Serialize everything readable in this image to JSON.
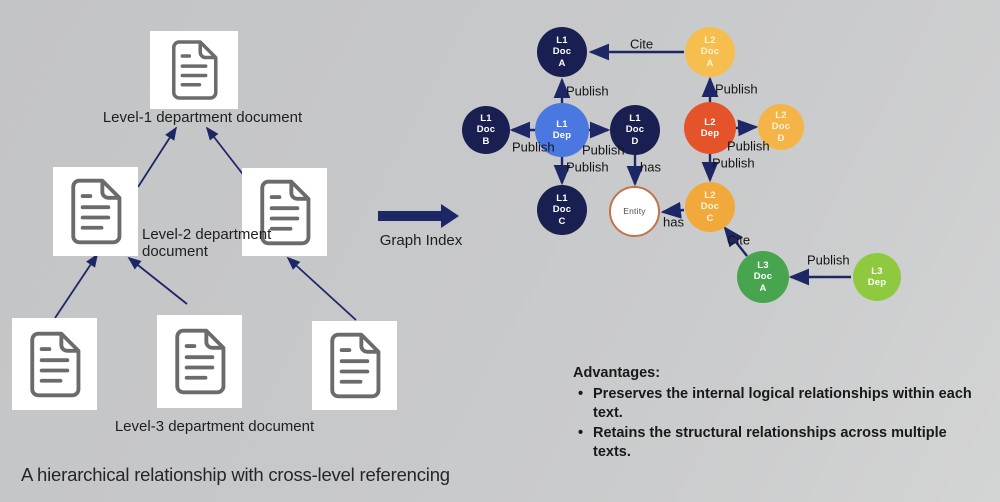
{
  "left_diagram": {
    "level1_label": "Level-1 department document",
    "level2_label": "Level-2 department document",
    "level3_label": "Level-3 department document",
    "caption": "A hierarchical relationship with cross-level referencing"
  },
  "transform_arrow": {
    "label": "Graph Index"
  },
  "graph": {
    "nodes": [
      {
        "id": "l1doca",
        "label": "L1 Doc A",
        "bg": "#1a1f52",
        "text": "#ffffff"
      },
      {
        "id": "l1docb",
        "label": "L1 Doc B",
        "bg": "#1a1f52",
        "text": "#ffffff"
      },
      {
        "id": "l1docc",
        "label": "L1 Doc C",
        "bg": "#1a1f52",
        "text": "#ffffff"
      },
      {
        "id": "l1docd",
        "label": "L1 Doc D",
        "bg": "#1a1f52",
        "text": "#ffffff"
      },
      {
        "id": "l1dep",
        "label": "L1 Dep",
        "bg": "#4a77e0",
        "text": "#ffffff"
      },
      {
        "id": "l2dep",
        "label": "L2 Dep",
        "bg": "#e4532a",
        "text": "#ffffff"
      },
      {
        "id": "l2doca",
        "label": "L2 Doc A",
        "bg": "#f6bd4f",
        "text": "#fdf3d9"
      },
      {
        "id": "l2docd",
        "label": "L2 Doc D",
        "bg": "#f4b447",
        "text": "#fdf3d9"
      },
      {
        "id": "l2docc",
        "label": "L2 Doc C",
        "bg": "#f1a93c",
        "text": "#fdf3d9"
      },
      {
        "id": "l3doca",
        "label": "L3 Doc A",
        "bg": "#46a54e",
        "text": "#ffffff"
      },
      {
        "id": "l3dep",
        "label": "L3 Dep",
        "bg": "#8fc93f",
        "text": "#ffffff"
      },
      {
        "id": "entity",
        "label": "Entity",
        "bg": "#ffffff",
        "text": "#4a4a4a",
        "border": "#c4724b"
      }
    ],
    "edges": [
      {
        "from": "l2doca",
        "to": "l1doca",
        "label": "Cite"
      },
      {
        "from": "l1dep",
        "to": "l1doca",
        "label": "Publish"
      },
      {
        "from": "l1dep",
        "to": "l1docb",
        "label": "Publish"
      },
      {
        "from": "l1dep",
        "to": "l1docd",
        "label": "Publish"
      },
      {
        "from": "l1dep",
        "to": "l1docc",
        "label": "Publish"
      },
      {
        "from": "l1docd",
        "to": "entity",
        "label": "has"
      },
      {
        "from": "l2dep",
        "to": "l2doca",
        "label": "Publish"
      },
      {
        "from": "l2dep",
        "to": "l2docd",
        "label": "Publish"
      },
      {
        "from": "l2dep",
        "to": "l2docc",
        "label": "Publish"
      },
      {
        "from": "l2docc",
        "to": "entity",
        "label": "has"
      },
      {
        "from": "l3doca",
        "to": "l2docc",
        "label": "Cite"
      },
      {
        "from": "l3dep",
        "to": "l3doca",
        "label": "Publish"
      }
    ]
  },
  "advantages": {
    "title": "Advantages:",
    "bullet": "•",
    "items": [
      "Preserves the internal logical relationships within each text.",
      "Retains the structural relationships across multiple texts."
    ]
  },
  "colors": {
    "background": "#c7c8ca",
    "arrow": "#1e2766",
    "doc_icon": "#6b6b6b",
    "doc_box": "#ffffff",
    "edge_label_text": "#151515"
  }
}
